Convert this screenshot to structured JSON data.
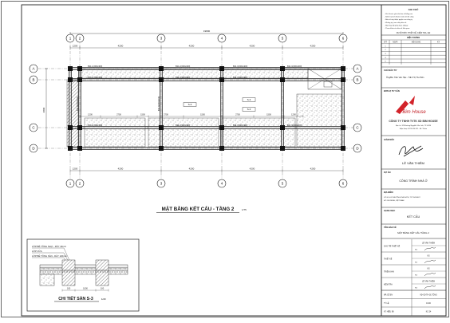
{
  "plan": {
    "title": "MẶT BẰNG KẾT CẤU - TẦNG 2",
    "scale": "1/75",
    "overall_dim": "19800",
    "grid_x": [
      "1",
      "2",
      "3",
      "4",
      "5",
      "6"
    ],
    "grid_y": [
      "A",
      "B",
      "C",
      "D"
    ],
    "spans": [
      "1200",
      "4200",
      "4200",
      "4200",
      "4200",
      "1800"
    ],
    "depth_dim": "4800",
    "beams": [
      "B11.1(200x400)",
      "B11.2(200x400)",
      "B11.3(200x400)",
      "B11.3(200x400)",
      "B11.1(200x400)",
      "B11.2(200x400)",
      "B11.3(200x400)",
      "B11.1(200x400)",
      "B11.2(200x400)",
      "B11.3(200x400)",
      "B11.3(200x400)",
      "B11.4(200x400)",
      "B11.4(200x400)"
    ],
    "slab_labels": [
      "S-3",
      "S-3",
      "S-3"
    ],
    "inner_dims": [
      "1200",
      "2700",
      "1500",
      "2700",
      "1500",
      "2700",
      "1500",
      "1200"
    ]
  },
  "section": {
    "title": "CHI TIẾT SÀN S-3",
    "scale": "1/20",
    "notes": [
      "LỚP BÊ TÔNG NHỰ - DÀY 40mm",
      "LỚP VỮA",
      "LỚP BÊ TÔNG SÀN - DÀY 120mm"
    ],
    "bottom_dims": [
      "100",
      "1000",
      "100"
    ]
  },
  "title_block": {
    "notes_header": "GHI CHÚ",
    "notes": [
      "- Kích thước ghi trên bản vẽ bằng mm",
      "- Kiểm tra kích thước trước khi thi công",
      "- Bản vẽ này thuộc quyền của công ty",
      "- Không tự ý sao chép bản vẽ",
      "- Mọi thay đổi phải được đồng ý",
      "- Tham khảo các bản vẽ liên quan"
    ],
    "approval": "DUYỆT BỞI: THIẾT KẾ, KIỂM TRA, GĐ",
    "rev_header": "HIỆU CHỈNH",
    "rev_cols": [
      "STT",
      "NGÀY",
      "NỘI DUNG",
      "KÝ"
    ],
    "investor_label": "CHỦ ĐẦU TƯ",
    "investor": "Ông/Bà: Trần Văn Hậu - Trần Thị Thu Hiền",
    "consultant_label": "ĐƠN VỊ TƯ VẤN",
    "logo_main": "Bim House",
    "company": "CÔNG TY TNHH TVTK XD BIM HOUSE",
    "company_info": [
      "Địa chỉ: 123 Đường Nguyễn Văn Linh, TP. HCM",
      "Điện thoại: 0973.420.321 - Mr. Thiêm"
    ],
    "director_label": "GIÁM ĐỐC",
    "director": "LÊ VĂN THIÊM",
    "project_label": "DỰ ÁN",
    "project": "CÔNG TRÌNH NHÀ Ở",
    "location_label": "ĐỊA ĐIỂM",
    "location": [
      "LÔ GC-01 PHƯỜNG PHÚ HỮU, TP THỦ ĐỨC",
      "HỒ CHÍ MINH, VIỆT NAM"
    ],
    "category_label": "HẠNG MỤC",
    "category": "KẾT CẤU",
    "drawing_label": "TÊN BẢN VẼ",
    "drawing": "MẶT BẰNG KẾT CẤU TẦNG 2",
    "sign_rows": [
      {
        "role": "CHỦ TRÌ THIẾT KẾ",
        "name": "LÊ VĂN THIÊM",
        "sub": "KS"
      },
      {
        "role": "THIẾT KẾ",
        "name": "KS",
        "sub": "KS"
      },
      {
        "role": "TRIỂN KHAI",
        "name": "KS",
        "sub": "KS"
      },
      {
        "role": "KIỂM TRA",
        "name": "LÊ VĂN THIÊM",
        "sub": "KS"
      }
    ],
    "footer_rows": [
      {
        "label": "MÃ SỐ BV",
        "value": "VĐ-XD-TH-01 TỔNG"
      },
      {
        "label": "TỶ LỆ",
        "value": "1/100"
      },
      {
        "label": "KÝ HIỆU BV",
        "value": "KC-24"
      }
    ]
  }
}
